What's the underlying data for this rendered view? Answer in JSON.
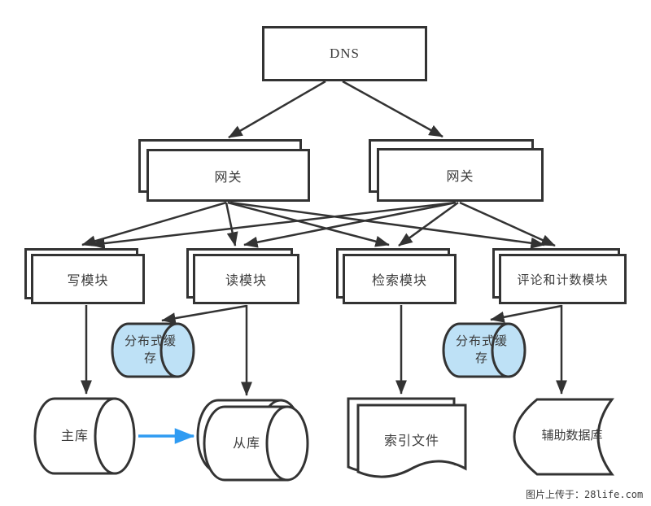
{
  "diagram_type": "architecture-flowchart",
  "nodes": {
    "dns": "DNS",
    "gateway_left": "网关",
    "gateway_right": "网关",
    "write_module": "写模块",
    "read_module": "读模块",
    "search_module": "检索模块",
    "comment_count_module": "评论和计数模块",
    "cache_left": "分布式缓存",
    "cache_right": "分布式缓存",
    "master_db": "主库",
    "slave_db": "从库",
    "index_file": "索引文件",
    "aux_db": "辅助数据库"
  },
  "edges": [
    {
      "from": "dns",
      "to": "gateway_left"
    },
    {
      "from": "dns",
      "to": "gateway_right"
    },
    {
      "from": "gateway_left",
      "to": "write_module"
    },
    {
      "from": "gateway_left",
      "to": "read_module"
    },
    {
      "from": "gateway_left",
      "to": "search_module"
    },
    {
      "from": "gateway_left",
      "to": "comment_count_module"
    },
    {
      "from": "gateway_right",
      "to": "write_module"
    },
    {
      "from": "gateway_right",
      "to": "read_module"
    },
    {
      "from": "gateway_right",
      "to": "search_module"
    },
    {
      "from": "gateway_right",
      "to": "comment_count_module"
    },
    {
      "from": "write_module",
      "to": "master_db"
    },
    {
      "from": "read_module",
      "to": "cache_left"
    },
    {
      "from": "read_module",
      "to": "slave_db"
    },
    {
      "from": "search_module",
      "to": "index_file"
    },
    {
      "from": "comment_count_module",
      "to": "cache_right"
    },
    {
      "from": "comment_count_module",
      "to": "aux_db"
    },
    {
      "from": "master_db",
      "to": "slave_db",
      "style": "blue-replication"
    }
  ],
  "colors": {
    "stroke": "#333333",
    "shape_fill": "#ffffff",
    "cache_fill": "#bee1f6",
    "replication_arrow": "#2f9bf2",
    "text": "#3a3a3a"
  },
  "watermark": {
    "text": "图片上传于：28life.com"
  }
}
